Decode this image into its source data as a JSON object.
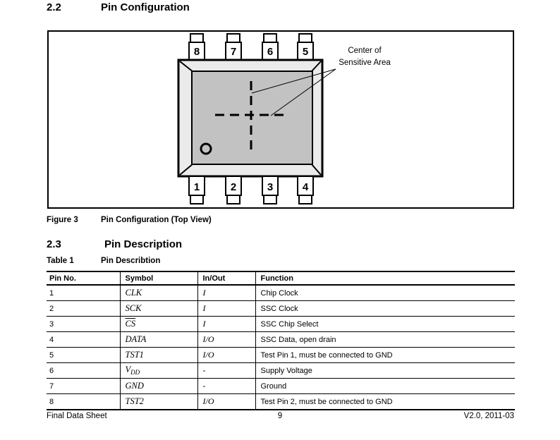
{
  "colors": {
    "chip_frame": "#ebebeb",
    "chip_die": "#c2c2c2"
  },
  "section_pin_configuration": {
    "number": "2.2",
    "title": "Pin Configuration"
  },
  "figure": {
    "pins_top": [
      "8",
      "7",
      "6",
      "5"
    ],
    "pins_bottom": [
      "1",
      "2",
      "3",
      "4"
    ],
    "annotation": {
      "line1": "Center of",
      "line2": "Sensitive Area"
    },
    "caption": {
      "label": "Figure 3",
      "text": "Pin Configuration (Top View)"
    }
  },
  "section_pin_description": {
    "number": "2.3",
    "title": "Pin Description"
  },
  "table": {
    "caption": {
      "label": "Table 1",
      "text": "Pin Describtion"
    },
    "headers": [
      "Pin No.",
      "Symbol",
      "In/Out",
      "Function"
    ],
    "rows": [
      {
        "pin": "1",
        "symbol": "CLK",
        "inout": "I",
        "function": "Chip Clock"
      },
      {
        "pin": "2",
        "symbol": "SCK",
        "inout": "I",
        "function": "SSC Clock"
      },
      {
        "pin": "3",
        "symbol": "CS",
        "symbol_overline": true,
        "inout": "I",
        "function": "SSC Chip Select"
      },
      {
        "pin": "4",
        "symbol": "DATA",
        "inout": "I/O",
        "function": "SSC Data, open drain"
      },
      {
        "pin": "5",
        "symbol": "TST1",
        "inout": "I/O",
        "function": "Test Pin 1, must be connected to GND"
      },
      {
        "pin": "6",
        "symbol_base": "V",
        "symbol_sub": "DD",
        "inout": "-",
        "function": "Supply Voltage"
      },
      {
        "pin": "7",
        "symbol": "GND",
        "inout": "-",
        "function": "Ground"
      },
      {
        "pin": "8",
        "symbol": "TST2",
        "inout": "I/O",
        "function": "Test Pin 2, must be connected to GND"
      }
    ]
  },
  "footer": {
    "left": "Final Data Sheet",
    "page_number": "9",
    "right": "V2.0, 2011-03"
  }
}
